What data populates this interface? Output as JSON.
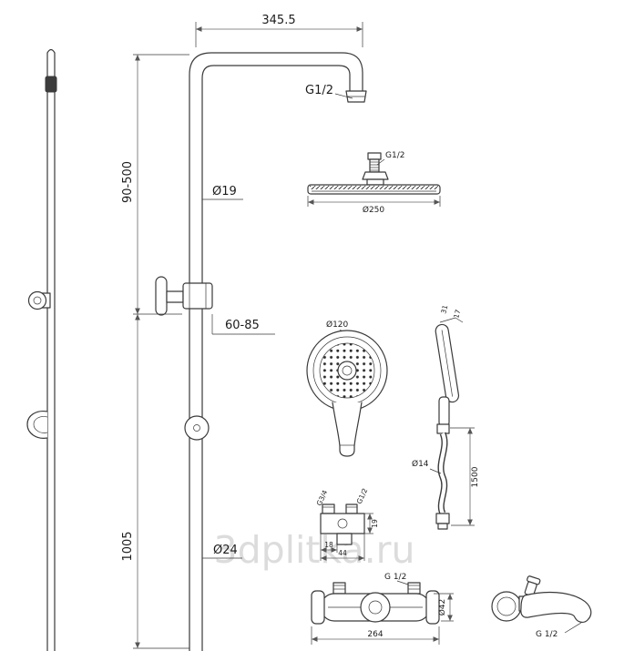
{
  "watermark": "3dplitka.ru",
  "col": {
    "arm_len": "345.5",
    "arm_thread": "G1/2",
    "upper": "90-500",
    "dia": "Ø19",
    "slider": "60-85",
    "lower": "1005",
    "base": "Ø24"
  },
  "head": {
    "thread": "G1/2",
    "dia": "Ø250"
  },
  "hand": {
    "dia": "Ø120",
    "width": "31",
    "depth": "17",
    "hose_dia": "Ø14",
    "hose_len": "1500"
  },
  "elbow": {
    "inlet": "G3/4",
    "outlet": "G1/2",
    "d18": "18",
    "d44": "44",
    "d19": "19"
  },
  "mixer": {
    "thread": "G 1/2",
    "dia": "Ø42",
    "len": "264"
  },
  "spout": {
    "thread": "G 1/2"
  }
}
